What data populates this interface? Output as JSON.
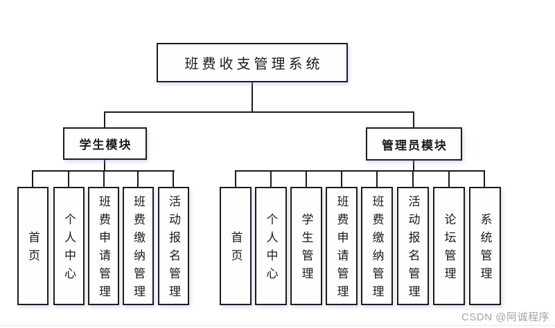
{
  "page": {
    "watermark": "CSDN @阿诚程序"
  },
  "colors": {
    "background": "#ffffff",
    "line": "#1a1a1a",
    "box_border": "#1c1c1c",
    "box_fill": "#fefeff",
    "text": "#1a1a1a",
    "watermark": "#a3a3a3"
  },
  "tree": {
    "root": {
      "label": "班费收支管理系统"
    },
    "modules": [
      {
        "label": "学生模块",
        "children": [
          {
            "label": "首页"
          },
          {
            "label": "个人中心"
          },
          {
            "label": "班费申请管理"
          },
          {
            "label": "班费缴纳管理"
          },
          {
            "label": "活动报名管理"
          }
        ]
      },
      {
        "label": "管理员模块",
        "children": [
          {
            "label": "首页"
          },
          {
            "label": "个人中心"
          },
          {
            "label": "学生管理"
          },
          {
            "label": "班费申请管理"
          },
          {
            "label": "班费缴纳管理"
          },
          {
            "label": "活动报名管理"
          },
          {
            "label": "论坛管理"
          },
          {
            "label": "系统管理"
          }
        ]
      }
    ]
  }
}
